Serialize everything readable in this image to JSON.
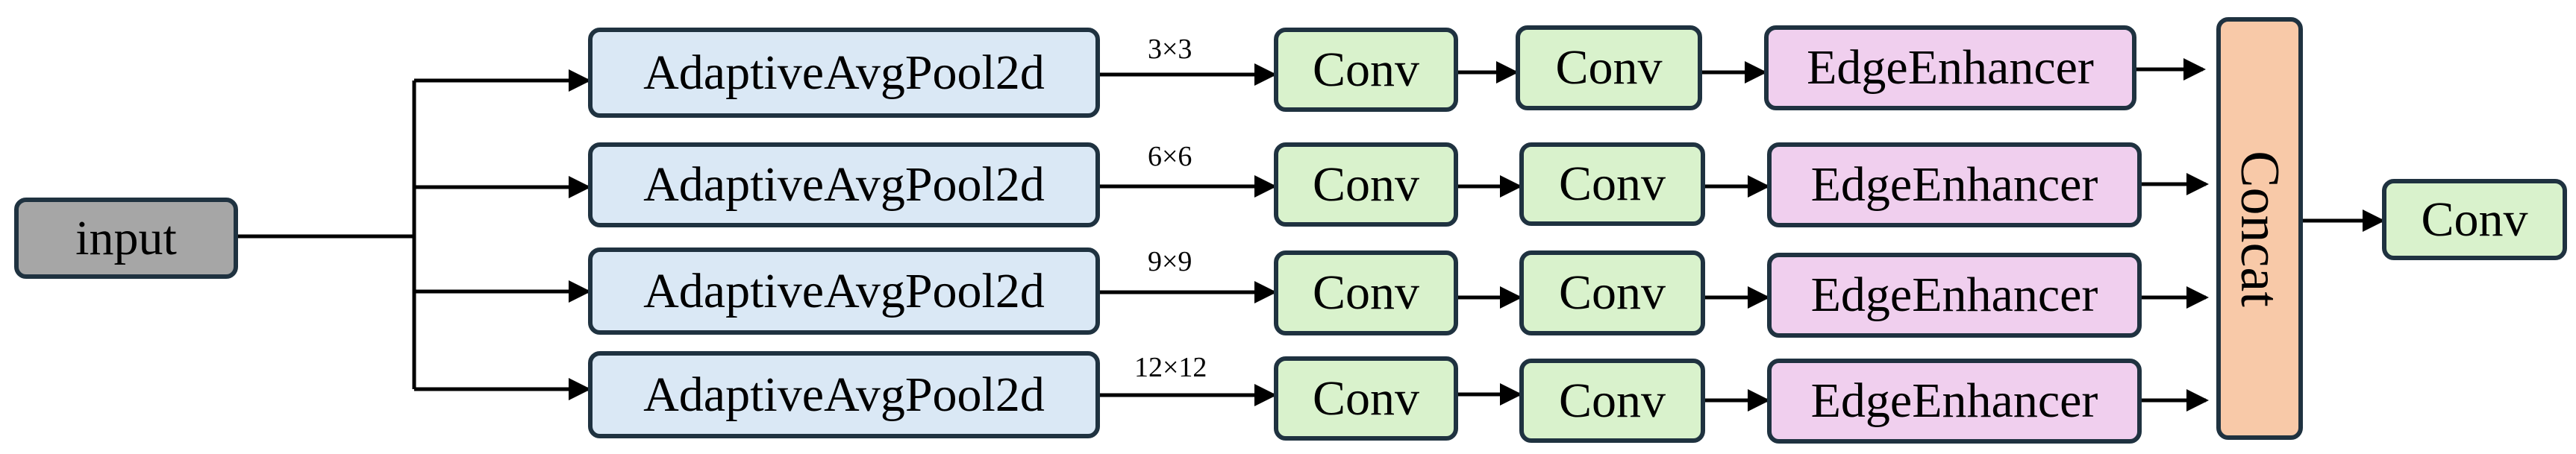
{
  "input": {
    "label": "input"
  },
  "branches": [
    {
      "size": "3×3",
      "pool": "AdaptiveAvgPool2d",
      "conv1": "Conv",
      "conv2": "Conv",
      "enhancer": "EdgeEnhancer"
    },
    {
      "size": "6×6",
      "pool": "AdaptiveAvgPool2d",
      "conv1": "Conv",
      "conv2": "Conv",
      "enhancer": "EdgeEnhancer"
    },
    {
      "size": "9×9",
      "pool": "AdaptiveAvgPool2d",
      "conv1": "Conv",
      "conv2": "Conv",
      "enhancer": "EdgeEnhancer"
    },
    {
      "size": "12×12",
      "pool": "AdaptiveAvgPool2d",
      "conv1": "Conv",
      "conv2": "Conv",
      "enhancer": "EdgeEnhancer"
    }
  ],
  "concat": {
    "label": "Concat"
  },
  "output": {
    "label": "Conv"
  },
  "colors": {
    "input": "#a6a6a6",
    "pool": "#dae8f5",
    "conv": "#d9f2cc",
    "enhancer": "#f0cfee",
    "concat": "#f8c9a8",
    "border": "#1f3240"
  }
}
